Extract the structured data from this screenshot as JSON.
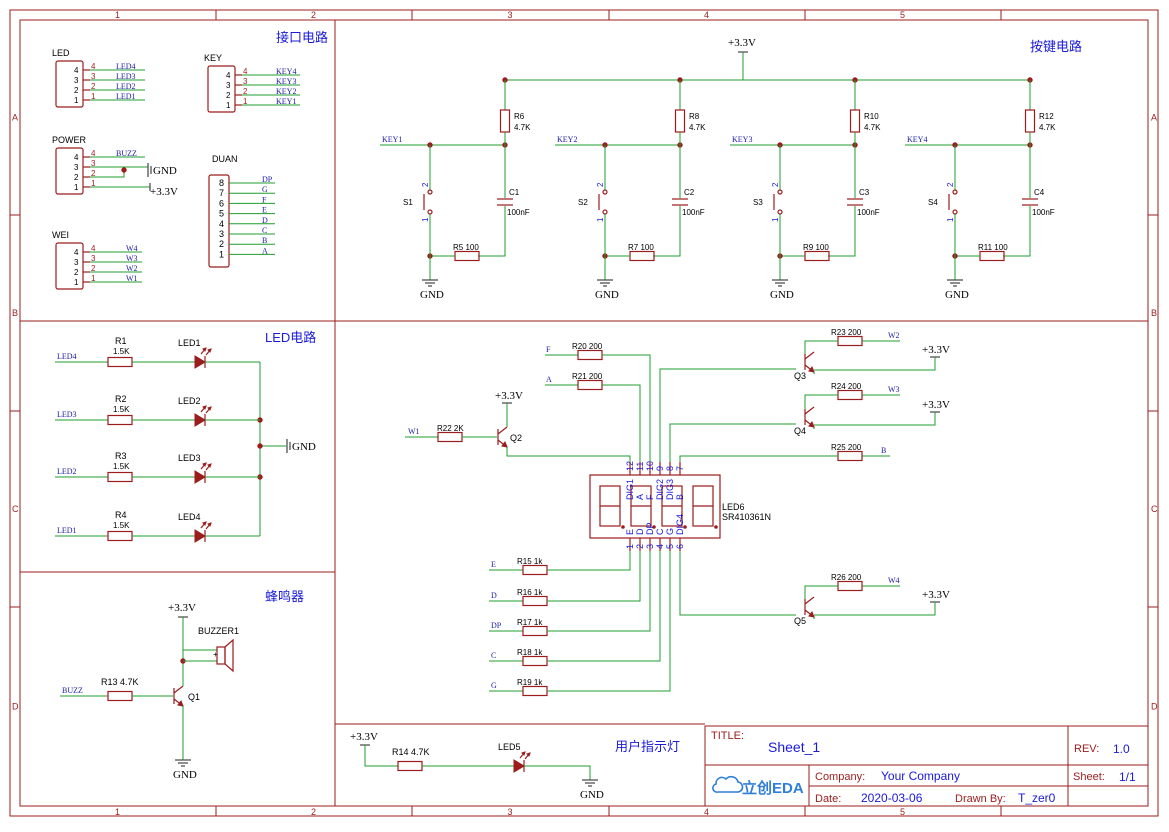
{
  "sections": {
    "interface": "接口电路",
    "keys": "按键电路",
    "led": "LED电路",
    "buzzer": "蜂鸣器",
    "user_led": "用户指示灯"
  },
  "grid": {
    "columns": [
      "1",
      "2",
      "3",
      "4",
      "5"
    ],
    "rows": [
      "A",
      "B",
      "C",
      "D"
    ]
  },
  "power": {
    "vcc": "+3.3V",
    "gnd": "GND"
  },
  "connectors": {
    "led": {
      "name": "LED",
      "pins": [
        "4",
        "3",
        "2",
        "1"
      ],
      "nets": [
        "LED4",
        "LED3",
        "LED2",
        "LED1"
      ]
    },
    "key": {
      "name": "KEY",
      "pins": [
        "4",
        "3",
        "2",
        "1"
      ],
      "nets": [
        "KEY4",
        "KEY3",
        "KEY2",
        "KEY1"
      ]
    },
    "power": {
      "name": "POWER",
      "pins": [
        "4",
        "3",
        "2",
        "1"
      ],
      "nets": [
        "BUZZ",
        "GND",
        "+3.3V"
      ]
    },
    "duan": {
      "name": "DUAN",
      "pins": [
        "8",
        "7",
        "6",
        "5",
        "4",
        "3",
        "2",
        "1"
      ],
      "nets": [
        "DP",
        "G",
        "F",
        "E",
        "D",
        "C",
        "B",
        "A"
      ]
    },
    "wei": {
      "name": "WEI",
      "pins": [
        "4",
        "3",
        "2",
        "1"
      ],
      "nets": [
        "W4",
        "W3",
        "W2",
        "W1"
      ]
    }
  },
  "key_circuits": [
    {
      "net": "KEY1",
      "switch": "S1",
      "r_pull": "R6",
      "r_pull_val": "4.7K",
      "cap": "C1",
      "cap_val": "100nF",
      "r_ser": "R5",
      "r_ser_val": "100"
    },
    {
      "net": "KEY2",
      "switch": "S2",
      "r_pull": "R8",
      "r_pull_val": "4.7K",
      "cap": "C2",
      "cap_val": "100nF",
      "r_ser": "R7",
      "r_ser_val": "100"
    },
    {
      "net": "KEY3",
      "switch": "S3",
      "r_pull": "R10",
      "r_pull_val": "4.7K",
      "cap": "C3",
      "cap_val": "100nF",
      "r_ser": "R9",
      "r_ser_val": "100"
    },
    {
      "net": "KEY4",
      "switch": "S4",
      "r_pull": "R12",
      "r_pull_val": "4.7K",
      "cap": "C4",
      "cap_val": "100nF",
      "r_ser": "R11",
      "r_ser_val": "100"
    }
  ],
  "switch_pins": [
    "2",
    "1"
  ],
  "led_circuits": [
    {
      "net": "LED4",
      "res": "R1",
      "val": "1.5K",
      "led": "LED1"
    },
    {
      "net": "LED3",
      "res": "R2",
      "val": "1.5K",
      "led": "LED2"
    },
    {
      "net": "LED2",
      "res": "R3",
      "val": "1.5K",
      "led": "LED3"
    },
    {
      "net": "LED1",
      "res": "R4",
      "val": "1.5K",
      "led": "LED4"
    }
  ],
  "buzzer": {
    "net": "BUZZ",
    "res": "R13",
    "val": "4.7K",
    "transistor": "Q1",
    "name": "BUZZER1"
  },
  "user_led": {
    "res": "R14",
    "val": "4.7K",
    "led": "LED5"
  },
  "display": {
    "name": "LED6",
    "part": "SR410361N",
    "top_pins": [
      "12",
      "11",
      "10",
      "9",
      "8",
      "7"
    ],
    "top_labels": [
      "DIG1",
      "A",
      "F",
      "DIG2",
      "DIG3",
      "B"
    ],
    "bottom_pins": [
      "1",
      "2",
      "3",
      "4",
      "5",
      "6"
    ],
    "bottom_labels": [
      "E",
      "D",
      "DP",
      "C",
      "G",
      "DIG4"
    ],
    "left_resistors": [
      {
        "net": "F",
        "res": "R20",
        "val": "200"
      },
      {
        "net": "A",
        "res": "R21",
        "val": "200"
      },
      {
        "net": "E",
        "res": "R15",
        "val": "1k"
      },
      {
        "net": "D",
        "res": "R16",
        "val": "1k"
      },
      {
        "net": "DP",
        "res": "R17",
        "val": "1k"
      },
      {
        "net": "C",
        "res": "R18",
        "val": "1k"
      },
      {
        "net": "G",
        "res": "R19",
        "val": "1k"
      }
    ],
    "w1": {
      "net": "W1",
      "res": "R22",
      "val": "2K",
      "q": "Q2"
    },
    "right_transistors": [
      {
        "net": "W2",
        "res": "R23",
        "val": "200",
        "q": "Q3"
      },
      {
        "net": "W3",
        "res": "R24",
        "val": "200",
        "q": "Q4"
      },
      {
        "net": "W4",
        "res": "R26",
        "val": "200",
        "q": "Q5"
      }
    ],
    "b_net": {
      "net": "B",
      "res": "R25",
      "val": "200"
    }
  },
  "title_block": {
    "title_label": "TITLE:",
    "title": "Sheet_1",
    "rev_label": "REV:",
    "rev": "1.0",
    "company_label": "Company:",
    "company": "Your Company",
    "sheet_label": "Sheet:",
    "sheet": "1/1",
    "date_label": "Date:",
    "date": "2020-03-06",
    "drawn_label": "Drawn By:",
    "drawn": "T_zer0",
    "logo_text": "立创EDA"
  },
  "colors": {
    "frame": "#9b1c1c",
    "wire": "#1f9e2c",
    "net": "#1a1aa6",
    "text_blue": "#1a1ad8"
  }
}
